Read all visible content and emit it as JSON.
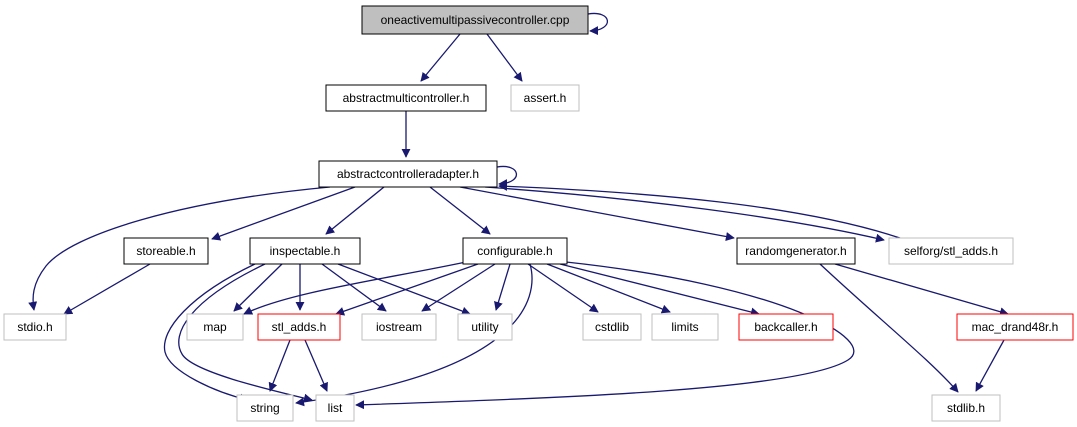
{
  "colors": {
    "edge": "#191970",
    "root_fill": "#bfbfbf",
    "documented_border": "#000000",
    "external_border": "#bfbfbf",
    "undocumented_border": "#ff0000",
    "text": "#000000"
  },
  "nodes": [
    {
      "id": "root",
      "label": "oneactivemultipassivecontroller.cpp",
      "kind": "root"
    },
    {
      "id": "amc",
      "label": "abstractmulticontroller.h",
      "kind": "documented"
    },
    {
      "id": "assert",
      "label": "assert.h",
      "kind": "external"
    },
    {
      "id": "aca",
      "label": "abstractcontrolleradapter.h",
      "kind": "documented"
    },
    {
      "id": "storeable",
      "label": "storeable.h",
      "kind": "documented"
    },
    {
      "id": "inspectable",
      "label": "inspectable.h",
      "kind": "documented"
    },
    {
      "id": "configurable",
      "label": "configurable.h",
      "kind": "documented"
    },
    {
      "id": "randomgen",
      "label": "randomgenerator.h",
      "kind": "documented"
    },
    {
      "id": "selforg",
      "label": "selforg/stl_adds.h",
      "kind": "external"
    },
    {
      "id": "stdio",
      "label": "stdio.h",
      "kind": "external"
    },
    {
      "id": "map",
      "label": "map",
      "kind": "external"
    },
    {
      "id": "stladds",
      "label": "stl_adds.h",
      "kind": "undocumented"
    },
    {
      "id": "iostream",
      "label": "iostream",
      "kind": "external"
    },
    {
      "id": "utility",
      "label": "utility",
      "kind": "external"
    },
    {
      "id": "cstdlib",
      "label": "cstdlib",
      "kind": "external"
    },
    {
      "id": "limits",
      "label": "limits",
      "kind": "external"
    },
    {
      "id": "backcaller",
      "label": "backcaller.h",
      "kind": "undocumented"
    },
    {
      "id": "macdrand",
      "label": "mac_drand48r.h",
      "kind": "undocumented"
    },
    {
      "id": "string",
      "label": "string",
      "kind": "external"
    },
    {
      "id": "list",
      "label": "list",
      "kind": "external"
    },
    {
      "id": "stdlib",
      "label": "stdlib.h",
      "kind": "external"
    }
  ],
  "edges": [
    {
      "from": "root",
      "to": "root"
    },
    {
      "from": "root",
      "to": "amc"
    },
    {
      "from": "root",
      "to": "assert"
    },
    {
      "from": "amc",
      "to": "aca"
    },
    {
      "from": "aca",
      "to": "aca"
    },
    {
      "from": "aca",
      "to": "stdio"
    },
    {
      "from": "aca",
      "to": "storeable"
    },
    {
      "from": "aca",
      "to": "inspectable"
    },
    {
      "from": "aca",
      "to": "configurable"
    },
    {
      "from": "aca",
      "to": "randomgen"
    },
    {
      "from": "aca",
      "to": "selforg"
    },
    {
      "from": "selforg",
      "to": "aca"
    },
    {
      "from": "storeable",
      "to": "stdio"
    },
    {
      "from": "inspectable",
      "to": "map"
    },
    {
      "from": "inspectable",
      "to": "stladds"
    },
    {
      "from": "inspectable",
      "to": "iostream"
    },
    {
      "from": "inspectable",
      "to": "utility"
    },
    {
      "from": "inspectable",
      "to": "string"
    },
    {
      "from": "inspectable",
      "to": "list"
    },
    {
      "from": "configurable",
      "to": "map"
    },
    {
      "from": "configurable",
      "to": "stladds"
    },
    {
      "from": "configurable",
      "to": "iostream"
    },
    {
      "from": "configurable",
      "to": "utility"
    },
    {
      "from": "configurable",
      "to": "cstdlib"
    },
    {
      "from": "configurable",
      "to": "limits"
    },
    {
      "from": "configurable",
      "to": "backcaller"
    },
    {
      "from": "configurable",
      "to": "string"
    },
    {
      "from": "configurable",
      "to": "list"
    },
    {
      "from": "randomgen",
      "to": "macdrand"
    },
    {
      "from": "randomgen",
      "to": "stdlib"
    },
    {
      "from": "stladds",
      "to": "string"
    },
    {
      "from": "stladds",
      "to": "list"
    },
    {
      "from": "macdrand",
      "to": "stdlib"
    }
  ]
}
